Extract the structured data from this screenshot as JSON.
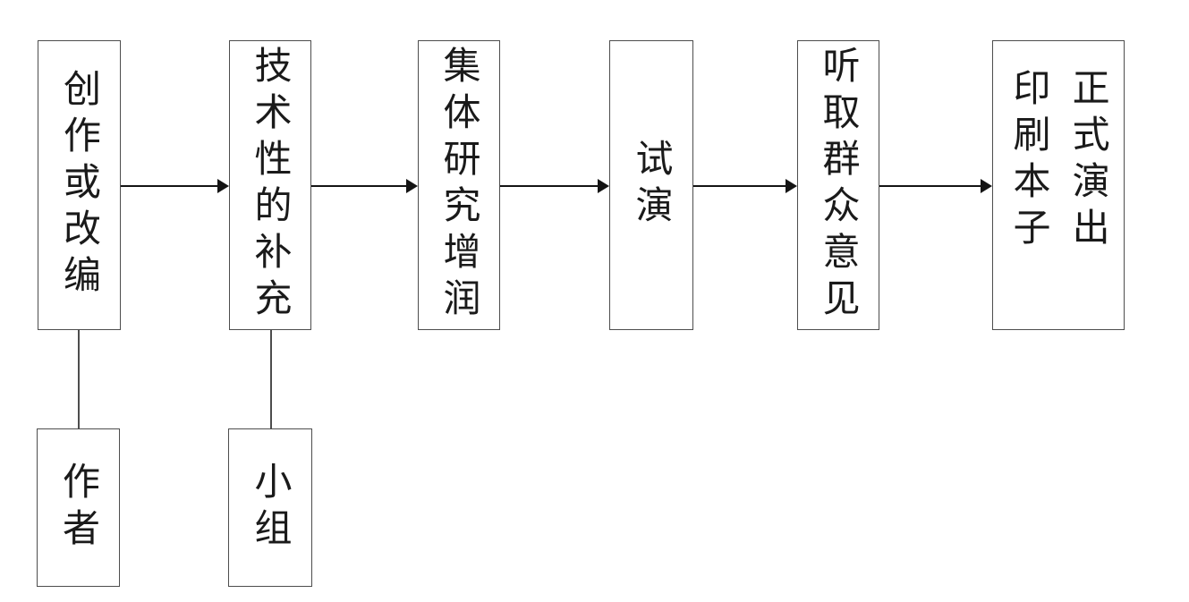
{
  "diagram": {
    "type": "flowchart",
    "language": "zh",
    "colors": {
      "background": "#ffffff",
      "box_border": "#4d4d4d",
      "text": "#1a1a1a",
      "arrow": "#141414"
    },
    "main_boxes": [
      {
        "text": "创作或改编"
      },
      {
        "text": "技术性的补充"
      },
      {
        "text": "集体研究增润"
      },
      {
        "text": "试演"
      },
      {
        "text": "听取群众意见"
      },
      {
        "left_column": "印刷本子",
        "right_column": "正式演出"
      }
    ],
    "attached_boxes": [
      {
        "text": "作者",
        "attached_to": "创作或改编"
      },
      {
        "text": "小组",
        "attached_to": "技术性的补充"
      }
    ],
    "flow_sequence": [
      "创作或改编",
      "技术性的补充",
      "集体研究增润",
      "试演",
      "听取群众意见",
      "正式演出 / 印刷本子"
    ]
  }
}
